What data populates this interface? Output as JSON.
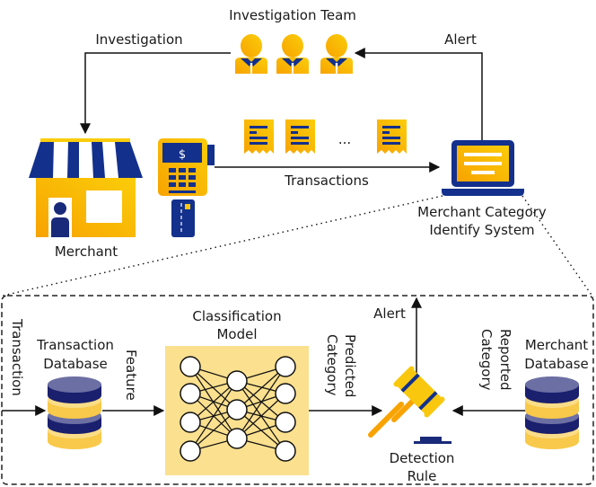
{
  "colors": {
    "yellow_light": "#F9C80E",
    "yellow_dark": "#F7A400",
    "navy": "#13308C",
    "navy_dark": "#1A1F6E",
    "db_top": "#6C6FA3",
    "db_yellow": "#F8C94A",
    "db_yellow_light": "#FBDD88",
    "model_bg": "#FBE08F",
    "line": "#111111"
  },
  "top": {
    "team_label": "Investigation Team",
    "investigation_label": "Investigation",
    "alert_label": "Alert",
    "merchant_label": "Merchant",
    "transactions_label": "Transactions",
    "ellipsis": "...",
    "system_label_line1": "Merchant Category",
    "system_label_line2": "Identify System"
  },
  "detail": {
    "transaction_label": "Transaction",
    "transaction_db_line1": "Transaction",
    "transaction_db_line2": "Database",
    "feature_label": "Feature",
    "model_line1": "Classification",
    "model_line2": "Model",
    "predicted_line1": "Predicted",
    "predicted_line2": "Category",
    "alert_label": "Alert",
    "reported_line1": "Reported",
    "reported_line2": "Category",
    "merchant_db_line1": "Merchant",
    "merchant_db_line2": "Database",
    "rule_line1": "Detection",
    "rule_line2": "Rule"
  },
  "icons": {
    "person": "person-icon",
    "store": "store-icon",
    "pos": "pos-terminal-icon",
    "card": "credit-card-icon",
    "receipt": "receipt-icon",
    "laptop": "laptop-icon",
    "database": "database-icon",
    "neural_net": "neural-network-icon",
    "gavel": "gavel-icon"
  }
}
